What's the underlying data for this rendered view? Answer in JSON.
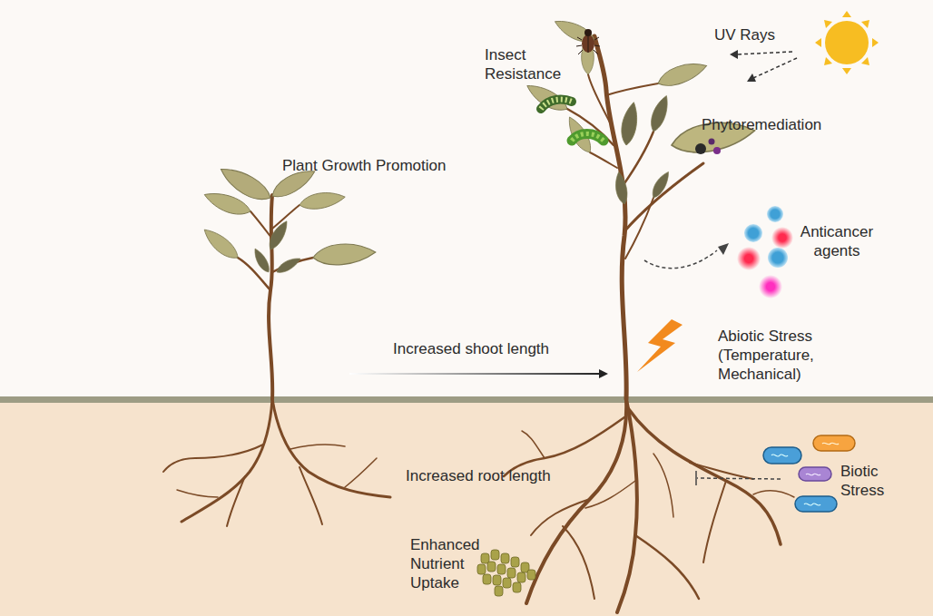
{
  "diagram": {
    "labels": [
      "Insect Resistance",
      "UV Rays",
      "Phytoremediation",
      "Plant Growth Promotion",
      "Anticancer agents",
      "Abiotic Stress (Temperature, Mechanical)",
      "Increased shoot length",
      "Increased root length",
      "Biotic Stress",
      "Enhanced Nutrient Uptake"
    ]
  }
}
